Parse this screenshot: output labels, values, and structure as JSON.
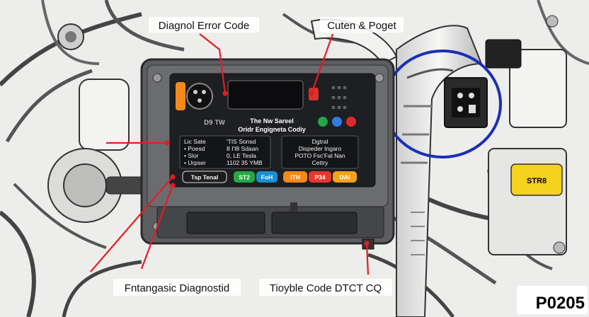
{
  "callouts": {
    "top_left": "Diagnol Error Code",
    "top_right": "Cuten & Poget",
    "bottom_left": "Fntangasic Diagnostid",
    "bottom_right": "Tioyble Code DTCT CQ"
  },
  "module": {
    "header_left": "D9 TW",
    "header_title_1": "The Nw Sareel",
    "header_title_2": "Oridr Engigneta Codiy",
    "left_rows": [
      {
        "label": "Lic Sate",
        "value": "'TIS Sonsd"
      },
      {
        "label": "• Poesd",
        "value": "8 I'I8 Sdaan"
      },
      {
        "label": "• Slor",
        "value": "0, LE Tesla"
      },
      {
        "label": "• Urpser",
        "value": "1102 35 YMB"
      }
    ],
    "right_rows": [
      "Dgtral",
      "Dispeder Ingaro",
      "POTO Fsc'Fal Nan",
      "Cettry"
    ],
    "buttons": [
      {
        "label": "Tsp Tenal",
        "color": "#1c1c1c"
      },
      {
        "label": "ST2",
        "color": "#27a845"
      },
      {
        "label": "FoH",
        "color": "#1a8fd0"
      },
      {
        "label": "ITH",
        "color": "#f08a1c"
      },
      {
        "label": "P34",
        "color": "#e8382e"
      },
      {
        "label": "DAI",
        "color": "#f3a21d"
      }
    ],
    "indicator_colors": [
      "#20a848",
      "#2f7de0",
      "#e02a2a"
    ]
  },
  "sticker": {
    "text": "STR8"
  },
  "dtc_code": "P0205",
  "colors": {
    "callout_line": "#e21d24",
    "highlight_ring": "#1a2fb5",
    "module_body": "#5d5e61",
    "module_panel": "#1e1f22"
  }
}
